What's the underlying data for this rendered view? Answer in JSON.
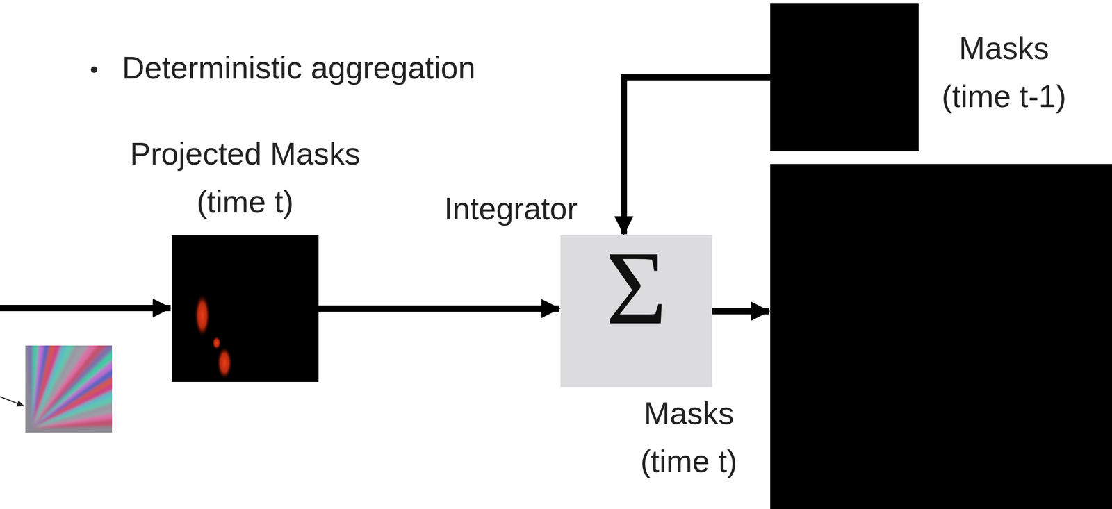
{
  "diagram": {
    "nodes": [
      {
        "text": [
          "Projected Masks (time t)"
        ]
      },
      {
        "text": [
          "Integrator",
          "Σ"
        ]
      },
      {
        "text": [
          "Masks (time t-1)"
        ]
      },
      {
        "text": [
          "Masks (time t)"
        ]
      }
    ],
    "edges": [
      {
        "from": 0,
        "to": 1,
        "arrow": "to"
      },
      {
        "from": 2,
        "to": 1,
        "arrow": "to"
      },
      {
        "from": 1,
        "to": 3,
        "arrow": "to"
      }
    ],
    "labels": [
      "Deterministic aggregation"
    ]
  }
}
